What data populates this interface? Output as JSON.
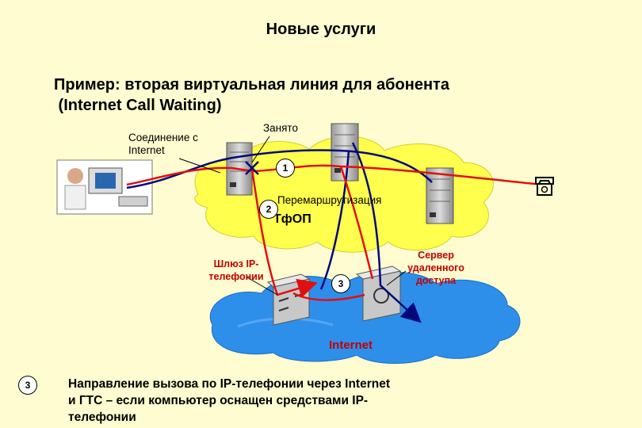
{
  "header": {
    "title": "Новые услуги",
    "subtitle_line1": "Пример: вторая виртуальная линия для абонента",
    "subtitle_line2": " (Internet Call Waiting)"
  },
  "labels": {
    "internet_connection_line1": "Соединение с",
    "internet_connection_line2": "Internet",
    "busy": "Занято",
    "rerouting": "Перемаршрутизация",
    "pstn": "ТфОП",
    "gateway_line1": "Шлюз IP-",
    "gateway_line2": "телефонии",
    "ras_line1": "Сервер",
    "ras_line2": "удаленного",
    "ras_line3": "доступа",
    "internet": "Internet"
  },
  "badges": {
    "b1": "1",
    "b2": "2",
    "b3": "3",
    "legend": "3"
  },
  "footnote": {
    "line1": "Направление вызова по IP-телефонии через Internet",
    "line2": "и ГТС – если компьютер оснащен средствами IP-",
    "line3": "телефонии"
  },
  "colors": {
    "background": "#FEFCD0",
    "pstn_cloud": "#FFFF4D",
    "internet_cloud": "#2E8FEA",
    "route_red": "#E01010",
    "route_navy": "#000A7A",
    "label_red": "#C00000"
  }
}
